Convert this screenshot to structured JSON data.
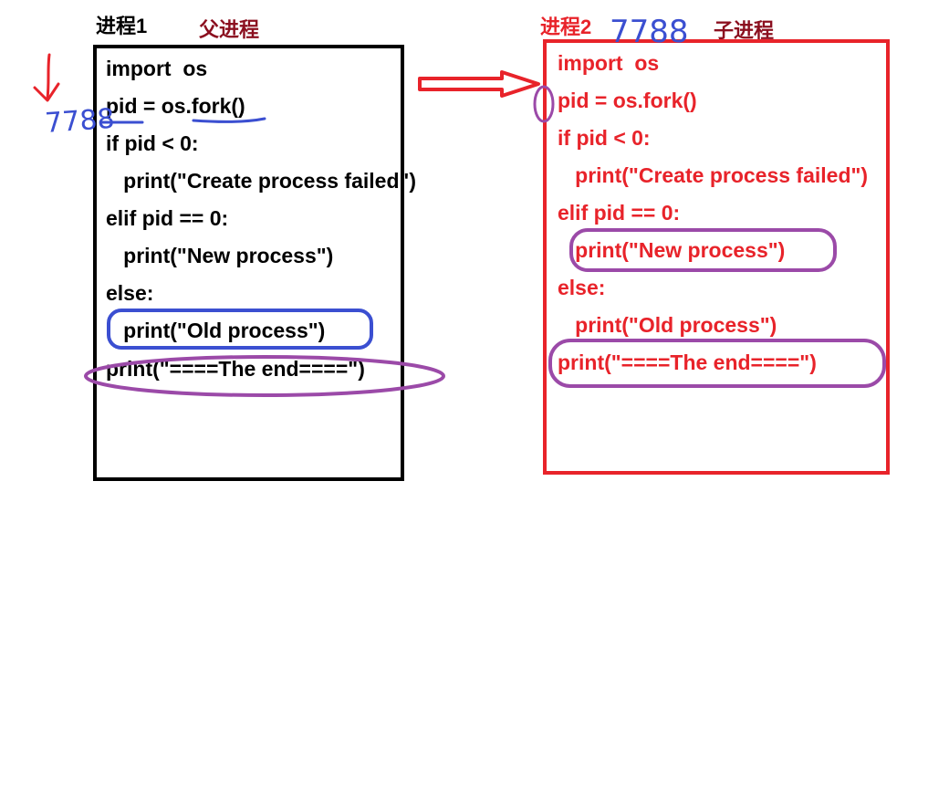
{
  "process1": {
    "title": "进程1",
    "role": "父进程",
    "annotation_pid": "7788",
    "code": [
      "import  os",
      "pid = os.fork()",
      "if pid < 0:",
      "   print(\"Create process failed\")",
      "elif pid == 0:",
      "   print(\"New process\")",
      "else:",
      "   print(\"Old process\")",
      "print(\"====The end====\")"
    ]
  },
  "process2": {
    "title": "进程2",
    "role": "子进程",
    "annotation_pid": "7788",
    "code": [
      "import  os",
      "pid = os.fork()",
      "if pid < 0:",
      "   print(\"Create process failed\")",
      "elif pid == 0:",
      "   print(\"New process\")",
      "else:",
      "   print(\"Old process\")",
      "print(\"====The end====\")"
    ]
  },
  "colors": {
    "parent_box": "#000000",
    "child_box": "#e8232a",
    "highlight_blue": "#3b4fd1",
    "highlight_purple": "#9b4aa8",
    "arrow_red": "#e8232a",
    "role_label": "#8b0f1f"
  }
}
